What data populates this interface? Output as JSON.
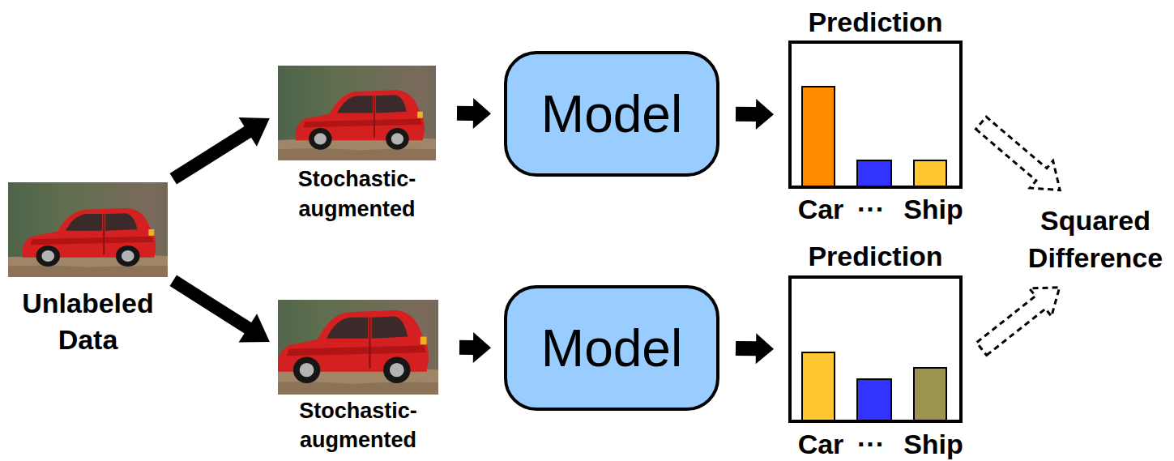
{
  "diagram": {
    "nodes": [
      {
        "text": [
          "Unlabeled Data"
        ]
      },
      {
        "text": [
          "Stochastic-augmented"
        ]
      },
      {
        "text": [
          "Stochastic-augmented"
        ]
      },
      {
        "text": [
          "Model"
        ]
      },
      {
        "text": [
          "Model"
        ]
      },
      {
        "text": [
          "Prediction",
          "Car",
          "···",
          "Ship"
        ]
      },
      {
        "text": [
          "Prediction",
          "Car",
          "···",
          "Ship"
        ]
      },
      {
        "text": [
          "Squared Difference"
        ]
      }
    ],
    "edges": [
      {
        "from": 0,
        "to": 1,
        "arrow": "to"
      },
      {
        "from": 0,
        "to": 2,
        "arrow": "to"
      },
      {
        "from": 1,
        "to": 3,
        "arrow": "to"
      },
      {
        "from": 2,
        "to": 4,
        "arrow": "to"
      },
      {
        "from": 3,
        "to": 5,
        "arrow": "to"
      },
      {
        "from": 4,
        "to": 6,
        "arrow": "to"
      },
      {
        "from": 5,
        "to": 7,
        "arrow": "to"
      },
      {
        "from": 6,
        "to": 7,
        "arrow": "to"
      }
    ]
  }
}
